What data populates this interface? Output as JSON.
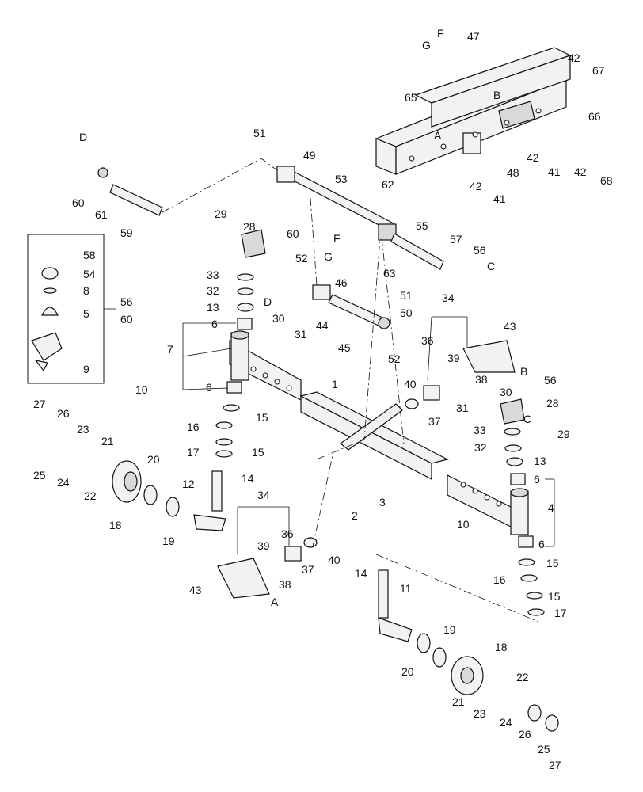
{
  "labels": [
    {
      "id": "F1",
      "text": "F"
    },
    {
      "id": "G1",
      "text": "G"
    },
    {
      "id": "47",
      "text": "47"
    },
    {
      "id": "42a",
      "text": "42"
    },
    {
      "id": "67",
      "text": "67"
    },
    {
      "id": "65",
      "text": "65"
    },
    {
      "id": "B1",
      "text": "B"
    },
    {
      "id": "A1",
      "text": "A"
    },
    {
      "id": "66",
      "text": "66"
    },
    {
      "id": "51a",
      "text": "51"
    },
    {
      "id": "49",
      "text": "49"
    },
    {
      "id": "48",
      "text": "48"
    },
    {
      "id": "42b",
      "text": "42"
    },
    {
      "id": "41a",
      "text": "41"
    },
    {
      "id": "42c",
      "text": "42"
    },
    {
      "id": "68",
      "text": "68"
    },
    {
      "id": "42d",
      "text": "42"
    },
    {
      "id": "41b",
      "text": "41"
    },
    {
      "id": "D1",
      "text": "D"
    },
    {
      "id": "60a",
      "text": "60"
    },
    {
      "id": "61",
      "text": "61"
    },
    {
      "id": "59",
      "text": "59"
    },
    {
      "id": "53",
      "text": "53"
    },
    {
      "id": "62",
      "text": "62"
    },
    {
      "id": "29a",
      "text": "29"
    },
    {
      "id": "28a",
      "text": "28"
    },
    {
      "id": "60b",
      "text": "60"
    },
    {
      "id": "55",
      "text": "55"
    },
    {
      "id": "57",
      "text": "57"
    },
    {
      "id": "56a",
      "text": "56"
    },
    {
      "id": "C1",
      "text": "C"
    },
    {
      "id": "58",
      "text": "58"
    },
    {
      "id": "54",
      "text": "54"
    },
    {
      "id": "8",
      "text": "8"
    },
    {
      "id": "5",
      "text": "5"
    },
    {
      "id": "9",
      "text": "9"
    },
    {
      "id": "56b",
      "text": "56"
    },
    {
      "id": "60c",
      "text": "60"
    },
    {
      "id": "F2",
      "text": "F"
    },
    {
      "id": "G2",
      "text": "G"
    },
    {
      "id": "52a",
      "text": "52"
    },
    {
      "id": "63",
      "text": "63"
    },
    {
      "id": "46",
      "text": "46"
    },
    {
      "id": "51b",
      "text": "51"
    },
    {
      "id": "50",
      "text": "50"
    },
    {
      "id": "33a",
      "text": "33"
    },
    {
      "id": "32a",
      "text": "32"
    },
    {
      "id": "D2",
      "text": "D"
    },
    {
      "id": "30a",
      "text": "30"
    },
    {
      "id": "31a",
      "text": "31"
    },
    {
      "id": "44",
      "text": "44"
    },
    {
      "id": "45",
      "text": "45"
    },
    {
      "id": "52b",
      "text": "52"
    },
    {
      "id": "13a",
      "text": "13"
    },
    {
      "id": "6a",
      "text": "6"
    },
    {
      "id": "7",
      "text": "7"
    },
    {
      "id": "34a",
      "text": "34"
    },
    {
      "id": "43a",
      "text": "43"
    },
    {
      "id": "36a",
      "text": "36"
    },
    {
      "id": "39a",
      "text": "39"
    },
    {
      "id": "B2",
      "text": "B"
    },
    {
      "id": "38a",
      "text": "38"
    },
    {
      "id": "56c",
      "text": "56"
    },
    {
      "id": "10a",
      "text": "10"
    },
    {
      "id": "6b",
      "text": "6"
    },
    {
      "id": "1",
      "text": "1"
    },
    {
      "id": "40a",
      "text": "40"
    },
    {
      "id": "37a",
      "text": "37"
    },
    {
      "id": "31b",
      "text": "31"
    },
    {
      "id": "30b",
      "text": "30"
    },
    {
      "id": "28b",
      "text": "28"
    },
    {
      "id": "C2",
      "text": "C"
    },
    {
      "id": "29b",
      "text": "29"
    },
    {
      "id": "27a",
      "text": "27"
    },
    {
      "id": "26a",
      "text": "26"
    },
    {
      "id": "16a",
      "text": "16"
    },
    {
      "id": "15a",
      "text": "15"
    },
    {
      "id": "23a",
      "text": "23"
    },
    {
      "id": "21a",
      "text": "21"
    },
    {
      "id": "33b",
      "text": "33"
    },
    {
      "id": "17a",
      "text": "17"
    },
    {
      "id": "15b",
      "text": "15"
    },
    {
      "id": "32b",
      "text": "32"
    },
    {
      "id": "20a",
      "text": "20"
    },
    {
      "id": "13b",
      "text": "13"
    },
    {
      "id": "25a",
      "text": "25"
    },
    {
      "id": "24a",
      "text": "24"
    },
    {
      "id": "22a",
      "text": "22"
    },
    {
      "id": "14a",
      "text": "14"
    },
    {
      "id": "6c",
      "text": "6"
    },
    {
      "id": "2",
      "text": "2"
    },
    {
      "id": "3",
      "text": "3"
    },
    {
      "id": "12",
      "text": "12"
    },
    {
      "id": "4",
      "text": "4"
    },
    {
      "id": "18a",
      "text": "18"
    },
    {
      "id": "19a",
      "text": "19"
    },
    {
      "id": "10b",
      "text": "10"
    },
    {
      "id": "6d",
      "text": "6"
    },
    {
      "id": "34b",
      "text": "34"
    },
    {
      "id": "36b",
      "text": "36"
    },
    {
      "id": "39b",
      "text": "39"
    },
    {
      "id": "40b",
      "text": "40"
    },
    {
      "id": "37b",
      "text": "37"
    },
    {
      "id": "15c",
      "text": "15"
    },
    {
      "id": "38b",
      "text": "38"
    },
    {
      "id": "43b",
      "text": "43"
    },
    {
      "id": "A2",
      "text": "A"
    },
    {
      "id": "14b",
      "text": "14"
    },
    {
      "id": "11",
      "text": "11"
    },
    {
      "id": "16b",
      "text": "16"
    },
    {
      "id": "15d",
      "text": "15"
    },
    {
      "id": "17b",
      "text": "17"
    },
    {
      "id": "19b",
      "text": "19"
    },
    {
      "id": "18b",
      "text": "18"
    },
    {
      "id": "20b",
      "text": "20"
    },
    {
      "id": "22b",
      "text": "22"
    },
    {
      "id": "21b",
      "text": "21"
    },
    {
      "id": "23b",
      "text": "23"
    },
    {
      "id": "24b",
      "text": "24"
    },
    {
      "id": "26b",
      "text": "26"
    },
    {
      "id": "25b",
      "text": "25"
    },
    {
      "id": "27b",
      "text": "27"
    }
  ]
}
